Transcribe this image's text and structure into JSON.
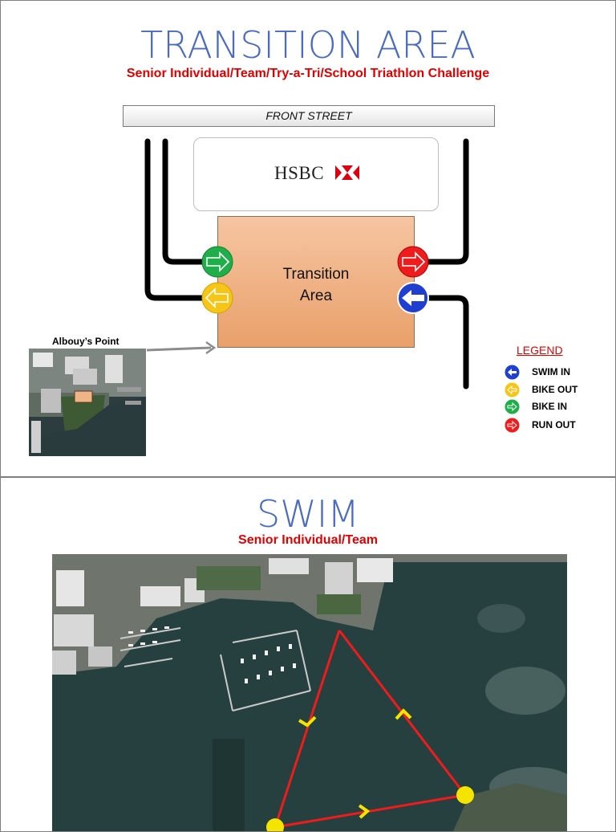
{
  "slide1": {
    "title": "TRANSITION AREA",
    "subtitle": "Senior Individual/Team/Try-a-Tri/School Triathlon Challenge",
    "street_label": "FRONT STREET",
    "hsbc_label": "HSBC",
    "transition_label": "Transition\nArea",
    "albouy_label": "Albouy’s Point",
    "legend": {
      "title": "LEGEND",
      "items": [
        {
          "label": "SWIM IN",
          "color": "#1f3fd1"
        },
        {
          "label": "BIKE OUT",
          "color": "#f5c518"
        },
        {
          "label": "BIKE IN",
          "color": "#1fae4a"
        },
        {
          "label": "RUN OUT",
          "color": "#ee1c1c"
        }
      ]
    },
    "colors": {
      "title": "#4a6bbf",
      "subtitle": "#e00000",
      "transition_fill": "#f0b486",
      "hsbc_red": "#db0011"
    }
  },
  "slide2": {
    "title": "SWIM",
    "subtitle": "Senior Individual/Team",
    "course_color": "#ee1c1c",
    "buoy_color": "#f5e400"
  }
}
